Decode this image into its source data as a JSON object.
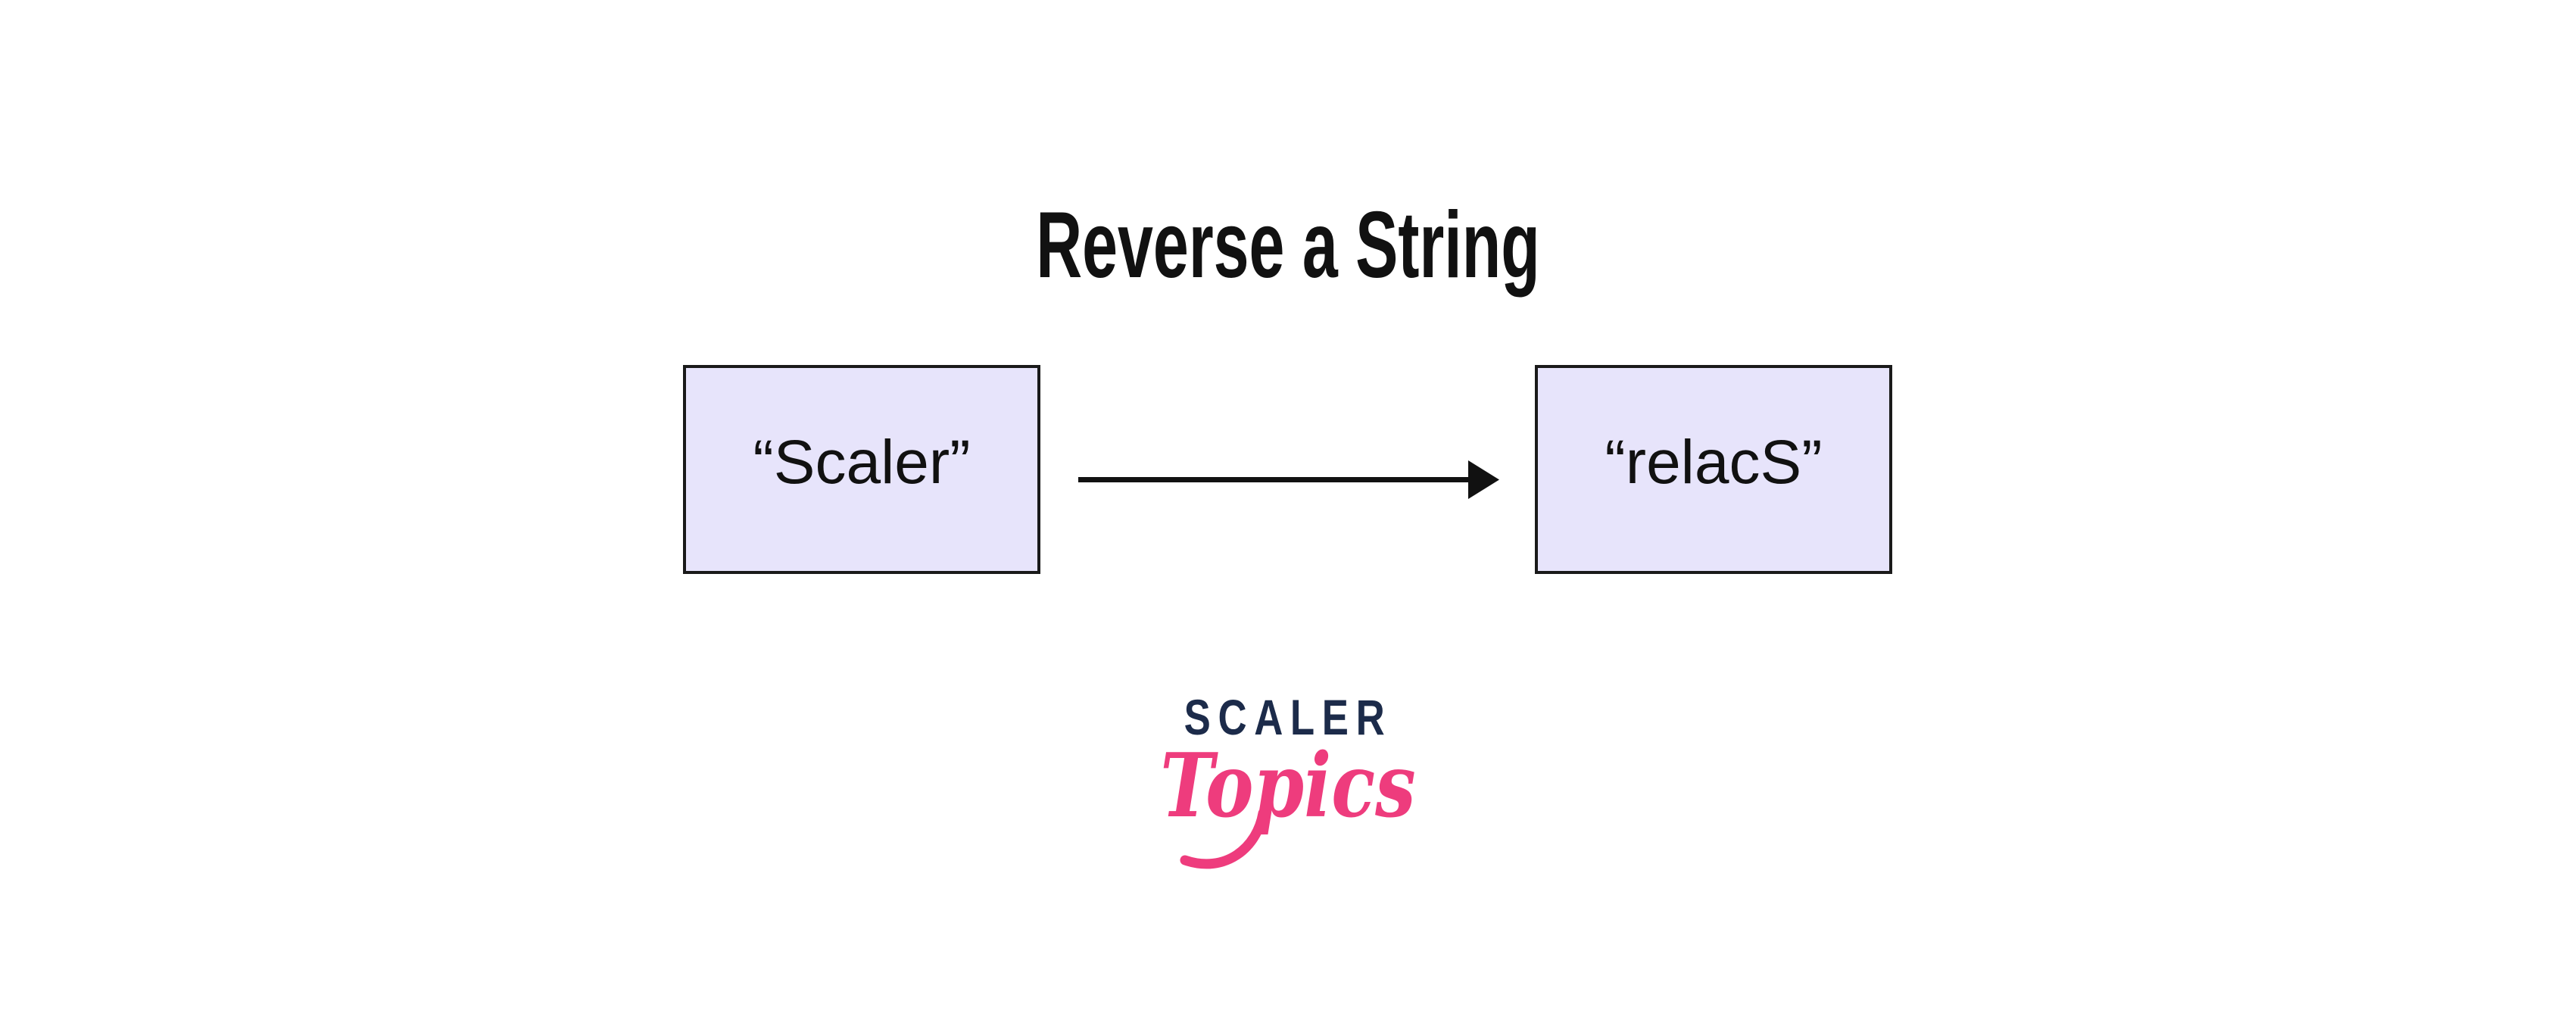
{
  "title": "Reverse a String",
  "diagram": {
    "input_box_label": "“Scaler”",
    "output_box_label": "“relacS”",
    "arrow_icon": "right-arrow"
  },
  "logo": {
    "brand": "SCALER",
    "product": "Topics"
  },
  "colors": {
    "background": "#FFFFFF",
    "box_fill": "#E7E4FB",
    "box_border": "#1A1A1A",
    "diagram_text": "#111111",
    "arrow": "#111111",
    "logo_navy": "#1C2B4A",
    "logo_pink": "#EE3C7D"
  }
}
